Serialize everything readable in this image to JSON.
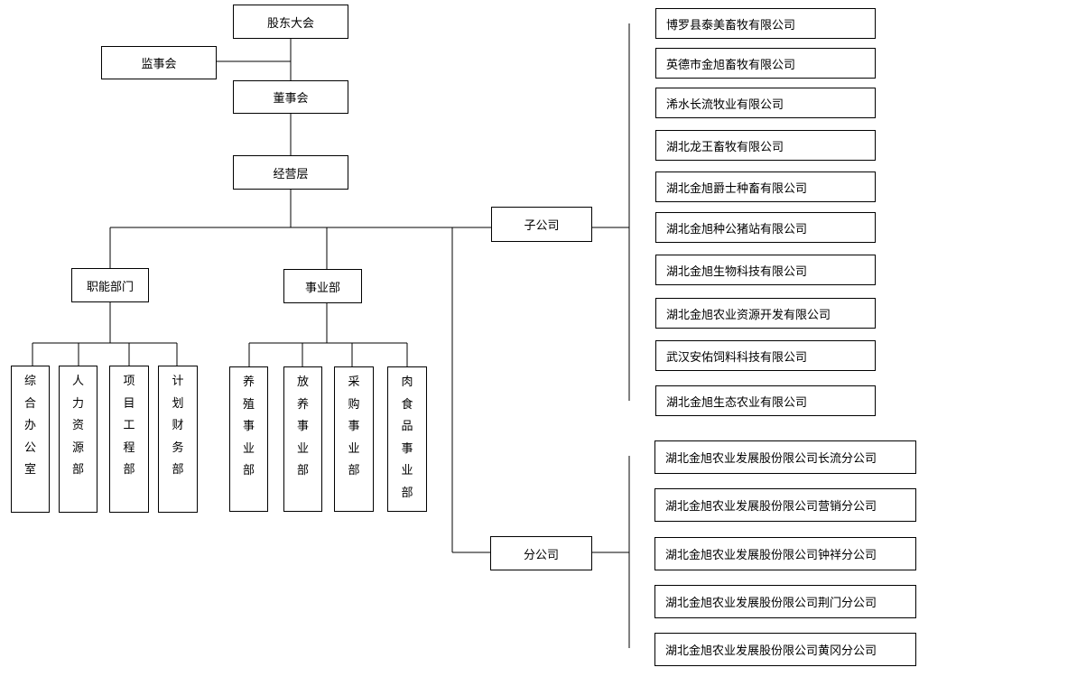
{
  "top": {
    "shareholders": "股东大会",
    "supervisors": "监事会",
    "board": "董事会",
    "management": "经营层"
  },
  "branches": {
    "functional": "职能部门",
    "business": "事业部",
    "subsidiaries": "子公司",
    "branch_offices": "分公司"
  },
  "functional_units": [
    "综合办公室",
    "人力资源部",
    "项目工程部",
    "计划财务部"
  ],
  "business_units": [
    "养殖事业部",
    "放养事业部",
    "采购事业部",
    "肉食品事业部"
  ],
  "subsidiary_list": [
    "博罗县泰美畜牧有限公司",
    "英德市金旭畜牧有限公司",
    "浠水长流牧业有限公司",
    "湖北龙王畜牧有限公司",
    "湖北金旭爵士种畜有限公司",
    "湖北金旭种公猪站有限公司",
    "湖北金旭生物科技有限公司",
    "湖北金旭农业资源开发有限公司",
    "武汉安佑饲料科技有限公司",
    "湖北金旭生态农业有限公司"
  ],
  "branch_list": [
    "湖北金旭农业发展股份限公司长流分公司",
    "湖北金旭农业发展股份限公司营销分公司",
    "湖北金旭农业发展股份限公司钟祥分公司",
    "湖北金旭农业发展股份限公司荆门分公司",
    "湖北金旭农业发展股份限公司黄冈分公司"
  ]
}
